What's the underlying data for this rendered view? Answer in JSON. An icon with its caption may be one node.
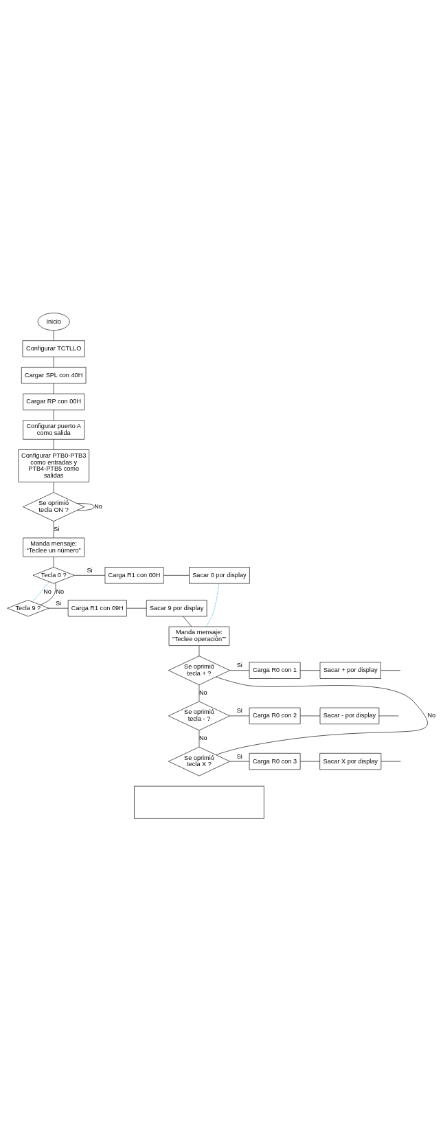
{
  "diagram": {
    "nodes": [
      {
        "text": [
          "Inicio"
        ]
      },
      {
        "text": [
          "Configurar TCTLLO"
        ]
      },
      {
        "text": [
          "Cargar SPL con 40H"
        ]
      },
      {
        "text": [
          "Cargar RP con 00H"
        ]
      },
      {
        "text": [
          "Configurar puerto A como salida"
        ]
      },
      {
        "text": [
          "Configurar PTB0-PTB3 como entradas y PTB4-PTB5 como salidas"
        ]
      },
      {
        "text": [
          "Se oprimió tecla ON ?"
        ]
      },
      {
        "text": [
          "Manda mensaje: “Teclee un número”"
        ]
      },
      {
        "text": [
          "Tecla 0 ?"
        ]
      },
      {
        "text": [
          "Carga R1 con 00H"
        ]
      },
      {
        "text": [
          "Sacar 0 por display"
        ]
      },
      {
        "text": [
          "Tecla 9 ?"
        ]
      },
      {
        "text": [
          "Carga R1 con 09H"
        ]
      },
      {
        "text": [
          "Sacar 9 por display"
        ]
      },
      {
        "text": [
          "Manda mensaje: “Teclee operación””"
        ]
      },
      {
        "text": [
          "Se oprimió tecla + ?"
        ]
      },
      {
        "text": [
          "Carga R0 con 1"
        ]
      },
      {
        "text": [
          "Sacar + por display"
        ]
      },
      {
        "text": [
          "Se oprimió tecla - ?"
        ]
      },
      {
        "text": [
          "Carga R0 con 2"
        ]
      },
      {
        "text": [
          "Sacar - por display"
        ]
      },
      {
        "text": [
          "Se oprimió tecla X ?"
        ]
      },
      {
        "text": [
          "Carga R0 con 3"
        ]
      },
      {
        "text": [
          "Sacar X por display"
        ]
      },
      {
        "text": [],
        "shape": "box"
      }
    ],
    "edges": [
      {
        "from": 0,
        "to": 1,
        "arrow": "none"
      },
      {
        "from": 1,
        "to": 2,
        "arrow": "none"
      },
      {
        "from": 2,
        "to": 3,
        "arrow": "none"
      },
      {
        "from": 3,
        "to": 4,
        "arrow": "none"
      },
      {
        "from": 4,
        "to": 5,
        "arrow": "none"
      },
      {
        "from": 5,
        "to": 6,
        "arrow": "none"
      },
      {
        "from": 6,
        "to": 6,
        "label": "No",
        "arrow": "none"
      },
      {
        "from": 6,
        "to": 7,
        "label": "Si",
        "arrow": "none"
      },
      {
        "from": 7,
        "to": 8,
        "arrow": "none"
      },
      {
        "from": 8,
        "to": 9,
        "label": "Si",
        "arrow": "none"
      },
      {
        "from": 9,
        "to": 10,
        "arrow": "none"
      },
      {
        "from": 8,
        "to": 11,
        "label": "No",
        "arrow": "none",
        "style": "dashed",
        "color": "#33aadd"
      },
      {
        "from": 11,
        "to": 12,
        "label": "Si",
        "arrow": "none"
      },
      {
        "from": 12,
        "to": 13,
        "arrow": "none"
      },
      {
        "from": 11,
        "to": 8,
        "label": "No",
        "arrow": "none"
      },
      {
        "from": 10,
        "to": 14,
        "arrow": "none",
        "style": "dashed",
        "color": "#33aadd"
      },
      {
        "from": 13,
        "to": 14,
        "arrow": "none"
      },
      {
        "from": 14,
        "to": 15,
        "arrow": "none"
      },
      {
        "from": 15,
        "to": 16,
        "label": "Si",
        "arrow": "none"
      },
      {
        "from": 16,
        "to": 17,
        "arrow": "none"
      },
      {
        "from": 17,
        "to": null,
        "arrow": "none"
      },
      {
        "from": 15,
        "to": 18,
        "label": "No",
        "arrow": "none"
      },
      {
        "from": 18,
        "to": 19,
        "label": "Si",
        "arrow": "none"
      },
      {
        "from": 19,
        "to": 20,
        "arrow": "none"
      },
      {
        "from": 20,
        "to": null,
        "arrow": "none"
      },
      {
        "from": 18,
        "to": 21,
        "label": "No",
        "arrow": "none"
      },
      {
        "from": 21,
        "to": 22,
        "label": "Si",
        "arrow": "none"
      },
      {
        "from": 22,
        "to": 23,
        "arrow": "none"
      },
      {
        "from": 23,
        "to": null,
        "arrow": "none"
      },
      {
        "from": 21,
        "to": 15,
        "label": "No",
        "arrow": "none"
      }
    ]
  }
}
